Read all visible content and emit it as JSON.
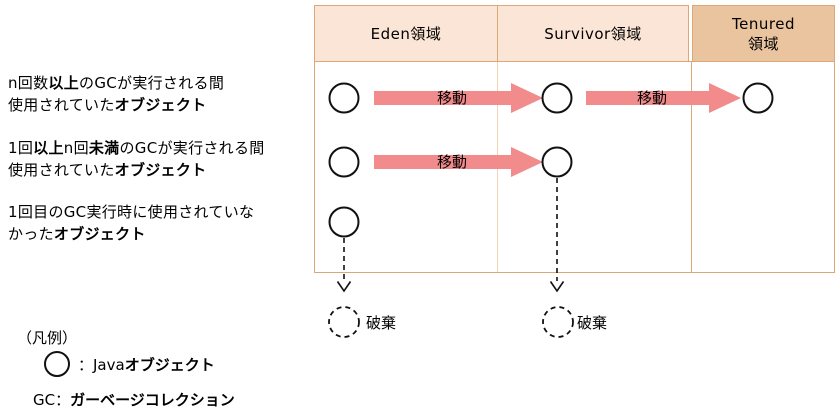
{
  "columns": {
    "eden": "Eden領域",
    "survivor": "Survivor領域",
    "tenured": "Tenured\n領域"
  },
  "labels": {
    "move": "移動",
    "discard": "破棄"
  },
  "rows": [
    {
      "line1": [
        {
          "t": "n回数"
        },
        {
          "t": "以上"
        },
        {
          "t": "のGCが実行される間"
        }
      ],
      "line2": [
        {
          "t": "使用されていた"
        },
        {
          "t": "オブジェクト"
        }
      ]
    },
    {
      "line1": [
        {
          "t": "1回"
        },
        {
          "t": "以上"
        },
        {
          "t": "n回"
        },
        {
          "t": "未満"
        },
        {
          "t": "のGCが実行される間"
        }
      ],
      "line2": [
        {
          "t": "使用されていた"
        },
        {
          "t": "オブジェクト"
        }
      ]
    },
    {
      "line1": [
        {
          "t": "1回目のGC実行時に使用されていな"
        }
      ],
      "line2": [
        {
          "t": "かった"
        },
        {
          "t": "オブジェクト"
        }
      ]
    }
  ],
  "legend": {
    "title": "（凡例）",
    "object_label": [
      {
        "t": "：Java"
      },
      {
        "t": "オブジェクト"
      }
    ],
    "gc_label": [
      {
        "t": "GC："
      },
      {
        "t": "ガーベージコレクション"
      }
    ]
  },
  "colors": {
    "arrow": "#F28B8B",
    "header_light": "#FBE5D6",
    "header_dark": "#E9C49F",
    "border": "#DCA878"
  }
}
